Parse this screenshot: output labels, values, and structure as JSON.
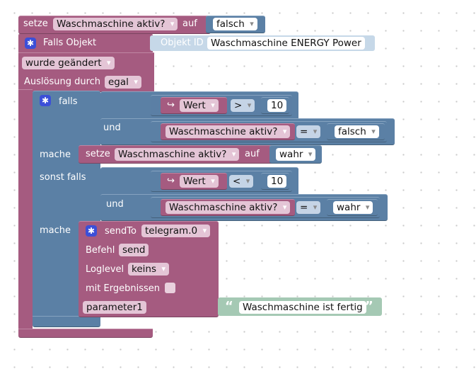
{
  "blocks": {
    "set_top": {
      "keyword": "setze",
      "variable": "Waschmaschine aktiv?",
      "auf": "auf",
      "value": "falsch"
    },
    "trigger": {
      "title": "Falls Objekt",
      "object_id_label": "Objekt ID",
      "object_id_value": "Waschmaschine ENERGY  Power",
      "condition": "wurde geändert",
      "ausloesung_label": "Auslösung durch",
      "ausloesung_value": "egal"
    },
    "if_block": {
      "falls_label": "falls",
      "und_label_1": "und",
      "cond1": {
        "value_label": "Wert",
        "operator": ">",
        "number": "10"
      },
      "cond2": {
        "variable": "Waschmaschine aktiv?",
        "operator": "=",
        "bool": "falsch"
      },
      "mache_label_1": "mache",
      "set_true": {
        "keyword": "setze",
        "variable": "Waschmaschine aktiv?",
        "auf": "auf",
        "value": "wahr"
      },
      "sonst_label": "sonst falls",
      "und_label_2": "und",
      "cond3": {
        "value_label": "Wert",
        "operator": "<",
        "number": "10"
      },
      "cond4": {
        "variable": "Waschmaschine aktiv?",
        "operator": "=",
        "bool": "wahr"
      },
      "mache_label_2": "mache"
    },
    "sendto": {
      "title": "sendTo",
      "instance": "telegram.0",
      "befehl_label": "Befehl",
      "befehl_value": "send",
      "loglevel_label": "Loglevel",
      "loglevel_value": "keins",
      "ergebnis_label": "mit Ergebnissen",
      "param_label": "parameter1",
      "param_text": "Waschmaschine ist fertig"
    }
  },
  "icons": {
    "gear": "gear-icon",
    "value_arrow": "arrow-icon",
    "quote_open": "“",
    "quote_close": "”"
  },
  "colors": {
    "purple": "#a55b80",
    "blue": "#5b80a5",
    "text_green": "#a5c9b4",
    "gear_blue": "#3b4fd8"
  }
}
